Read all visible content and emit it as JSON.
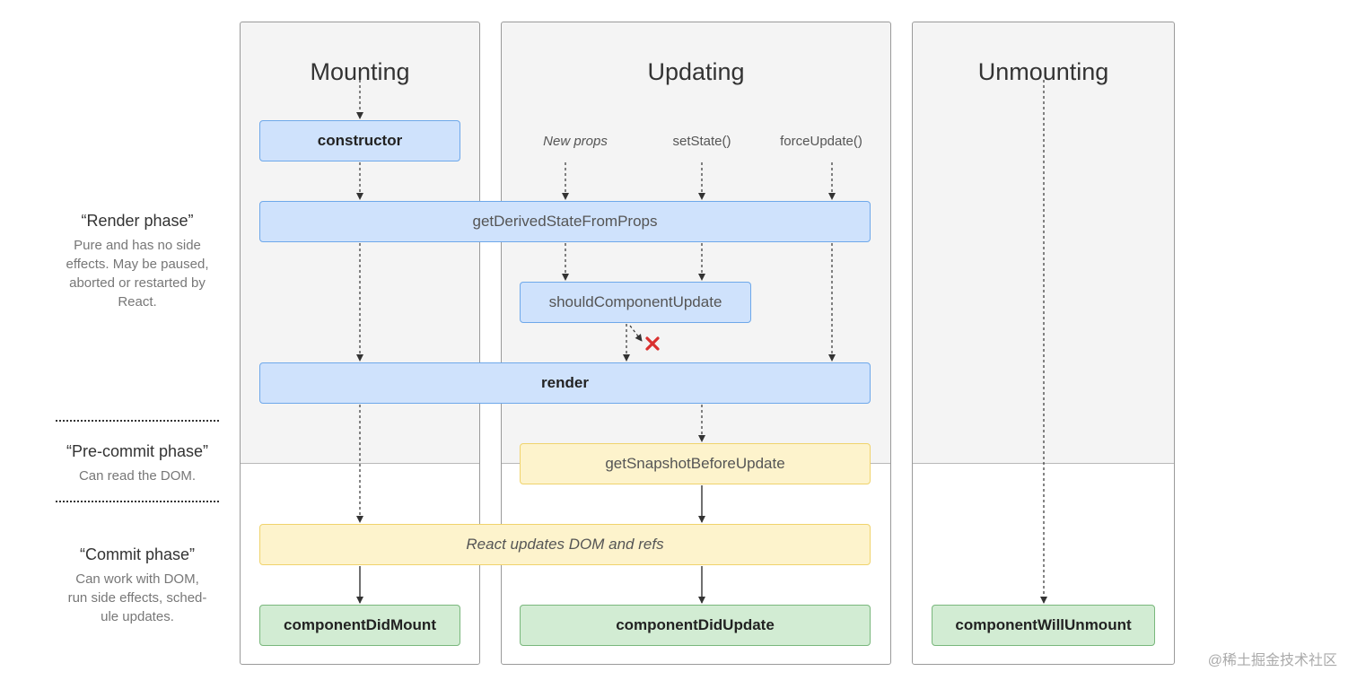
{
  "columns": {
    "mounting": {
      "title": "Mounting"
    },
    "updating": {
      "title": "Updating"
    },
    "unmounting": {
      "title": "Unmounting"
    }
  },
  "triggers": {
    "new_props": "New props",
    "set_state": "setState()",
    "force_update": "forceUpdate()"
  },
  "methods": {
    "constructor": "constructor",
    "get_derived_state_from_props": "getDerivedStateFromProps",
    "should_component_update": "shouldComponentUpdate",
    "render": "render",
    "get_snapshot_before_update": "getSnapshotBeforeUpdate",
    "react_updates_dom": "React updates DOM and refs",
    "component_did_mount": "componentDidMount",
    "component_did_update": "componentDidUpdate",
    "component_will_unmount": "componentWillUnmount"
  },
  "phases": {
    "render": {
      "title": "“Render phase”",
      "description": [
        "Pure and has no side",
        "effects. May be paused,",
        "aborted or restarted by",
        "React."
      ]
    },
    "pre_commit": {
      "title": "“Pre-commit phase”",
      "description": [
        "Can read the DOM."
      ]
    },
    "commit": {
      "title": "“Commit phase”",
      "description": [
        "Can work with DOM,",
        "run side effects, sched-",
        "ule updates."
      ]
    }
  },
  "watermark": "@稀土掘金技术社区",
  "colors": {
    "render_phase_box": "#cfe2fc",
    "pre_commit_box": "#fdf3cc",
    "commit_effect_box": "#d2ecd3",
    "cancel_mark": "#d9302f"
  }
}
